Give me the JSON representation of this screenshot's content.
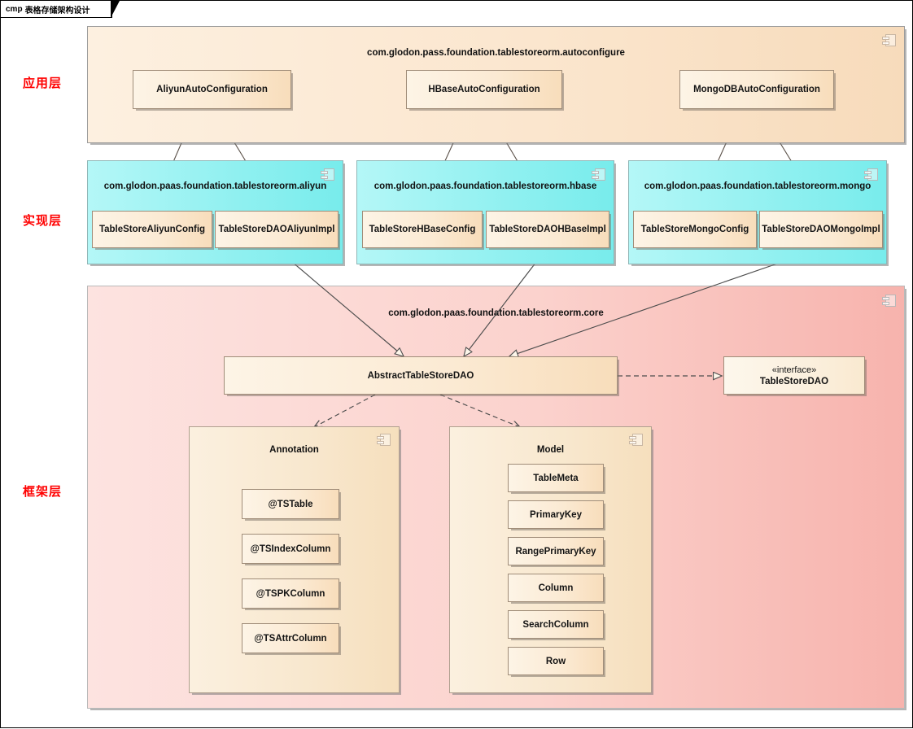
{
  "diagram": {
    "frame_keyword": "cmp",
    "frame_title": "表格存储架构设计"
  },
  "layers": [
    {
      "id": "application",
      "label": "应用层"
    },
    {
      "id": "implementation",
      "label": "实现层"
    },
    {
      "id": "framework",
      "label": "框架层"
    }
  ],
  "packages": {
    "autoconfigure": {
      "name": "com.glodon.pass.foundation.tablestoreorm.autoconfigure",
      "icon": "component-icon",
      "color": "#fbe6ce",
      "nodes": [
        {
          "name": "AliyunAutoConfiguration"
        },
        {
          "name": "HBaseAutoConfiguration"
        },
        {
          "name": "MongoDBAutoConfiguration"
        }
      ]
    },
    "aliyun": {
      "name": "com.glodon.paas.foundation.tablestoreorm.aliyun",
      "icon": "component-icon",
      "color": "#8ff0f0",
      "nodes": [
        {
          "name": "TableStoreAliyunConfig"
        },
        {
          "name": "TableStoreDAOAliyunImpl"
        }
      ]
    },
    "hbase": {
      "name": "com.glodon.paas.foundation.tablestoreorm.hbase",
      "icon": "component-icon",
      "color": "#8ff0f0",
      "nodes": [
        {
          "name": "TableStoreHBaseConfig"
        },
        {
          "name": "TableStoreDAOHBaseImpl"
        }
      ]
    },
    "mongo": {
      "name": "com.glodon.paas.foundation.tablestoreorm.mongo",
      "icon": "component-icon",
      "color": "#8ff0f0",
      "nodes": [
        {
          "name": "TableStoreMongoConfig"
        },
        {
          "name": "TableStoreDAOMongoImpl"
        }
      ]
    },
    "core": {
      "name": "com.glodon.paas.foundation.tablestoreorm.core",
      "icon": "component-icon",
      "color": "#f7b3ad",
      "nodes": [
        {
          "name": "AbstractTableStoreDAO"
        },
        {
          "stereotype": "«interface»",
          "name": "TableStoreDAO"
        }
      ]
    },
    "annotation": {
      "name": "Annotation",
      "icon": "component-icon",
      "color": "#f8e7cd",
      "nodes": [
        {
          "name": "@TSTable"
        },
        {
          "name": "@TSIndexColumn"
        },
        {
          "name": "@TSPKColumn"
        },
        {
          "name": "@TSAttrColumn"
        }
      ]
    },
    "model": {
      "name": "Model",
      "icon": "component-icon",
      "color": "#f8e7cd",
      "nodes": [
        {
          "name": "TableMeta"
        },
        {
          "name": "PrimaryKey"
        },
        {
          "name": "RangePrimaryKey"
        },
        {
          "name": "Column"
        },
        {
          "name": "SearchColumn"
        },
        {
          "name": "Row"
        }
      ]
    }
  },
  "colors": {
    "layer_label": "#ff0000",
    "app_package": "#fbe6ce",
    "impl_package": "#8ff0f0",
    "core_package": "#f7b3ad",
    "node_fill": "#fbead3",
    "connector": "#4d4d4d"
  }
}
